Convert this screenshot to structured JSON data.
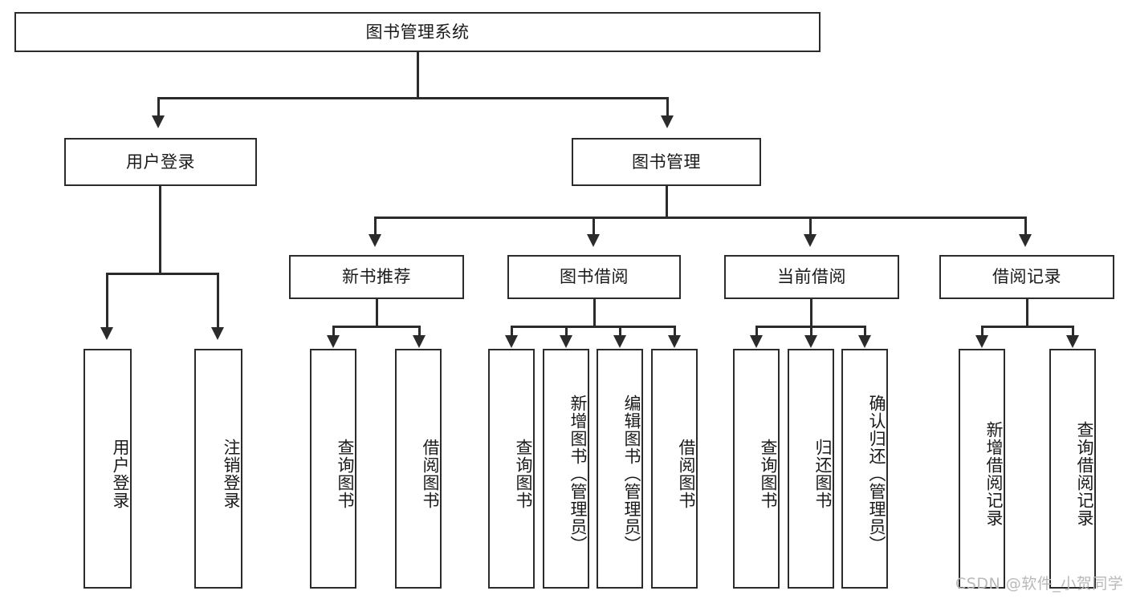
{
  "diagram": {
    "title": "图书管理系统",
    "type": "tree-hierarchy",
    "root": {
      "label": "图书管理系统"
    },
    "level2": [
      {
        "label": "用户登录"
      },
      {
        "label": "图书管理"
      }
    ],
    "level3": [
      {
        "label": "新书推荐"
      },
      {
        "label": "图书借阅"
      },
      {
        "label": "当前借阅"
      },
      {
        "label": "借阅记录"
      }
    ],
    "leaves": [
      {
        "label": "用户登录",
        "parent": "用户登录"
      },
      {
        "label": "注销登录",
        "parent": "用户登录"
      },
      {
        "label": "查询图书",
        "parent": "新书推荐"
      },
      {
        "label": "借阅图书",
        "parent": "新书推荐"
      },
      {
        "label": "查询图书",
        "parent": "图书借阅"
      },
      {
        "label": "新增图书（管理员）",
        "parent": "图书借阅"
      },
      {
        "label": "编辑图书（管理员）",
        "parent": "图书借阅"
      },
      {
        "label": "借阅图书",
        "parent": "图书借阅"
      },
      {
        "label": "查询图书",
        "parent": "当前借阅"
      },
      {
        "label": "归还图书",
        "parent": "当前借阅"
      },
      {
        "label": "确认归还（管理员）",
        "parent": "当前借阅"
      },
      {
        "label": "新增借阅记录",
        "parent": "借阅记录"
      },
      {
        "label": "查询借阅记录",
        "parent": "借阅记录"
      }
    ]
  },
  "watermark": {
    "text": "CSDN @软件_小贺同学"
  },
  "colors": {
    "stroke": "#2b2b2b",
    "background": "#ffffff",
    "text": "#1a1a1a",
    "watermark": "#b9b9b9"
  }
}
